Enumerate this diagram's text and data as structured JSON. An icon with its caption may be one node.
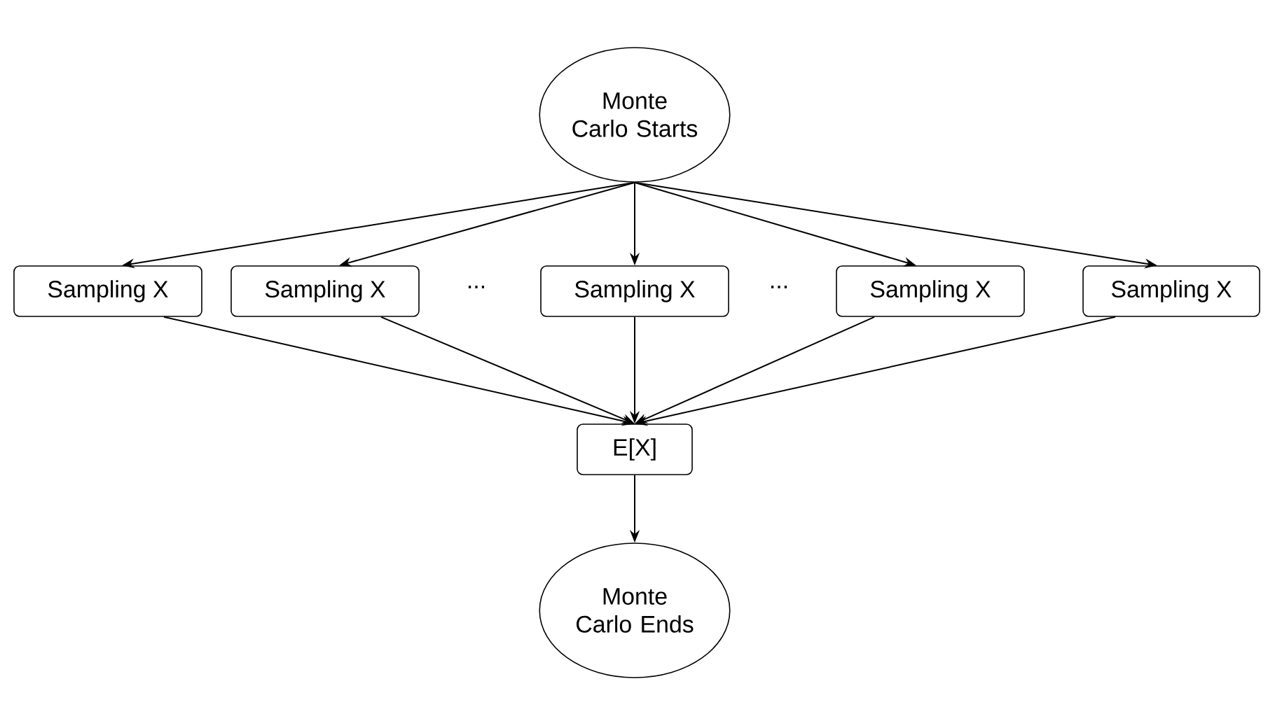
{
  "diagram": {
    "nodes": [
      {
        "text": [
          "Monte Carlo Starts"
        ]
      },
      {
        "text": [
          "Sampling X"
        ]
      },
      {
        "text": [
          "Sampling X"
        ]
      },
      {
        "text": [
          "Sampling X"
        ]
      },
      {
        "text": [
          "Sampling X"
        ]
      },
      {
        "text": [
          "Sampling X"
        ]
      },
      {
        "text": [
          "E[X]"
        ]
      },
      {
        "text": [
          "Monte Carlo Ends"
        ]
      }
    ],
    "edges": [
      {
        "from": 0,
        "to": 1,
        "arrow": "to"
      },
      {
        "from": 0,
        "to": 2,
        "arrow": "to"
      },
      {
        "from": 0,
        "to": 3,
        "arrow": "to"
      },
      {
        "from": 0,
        "to": 4,
        "arrow": "to"
      },
      {
        "from": 0,
        "to": 5,
        "arrow": "to"
      },
      {
        "from": 1,
        "to": 6,
        "arrow": "to"
      },
      {
        "from": 2,
        "to": 6,
        "arrow": "to"
      },
      {
        "from": 3,
        "to": 6,
        "arrow": "to"
      },
      {
        "from": 4,
        "to": 6,
        "arrow": "to"
      },
      {
        "from": 5,
        "to": 6,
        "arrow": "to"
      },
      {
        "from": 6,
        "to": 7,
        "arrow": "to"
      }
    ],
    "labels": [
      "...",
      "..."
    ]
  }
}
